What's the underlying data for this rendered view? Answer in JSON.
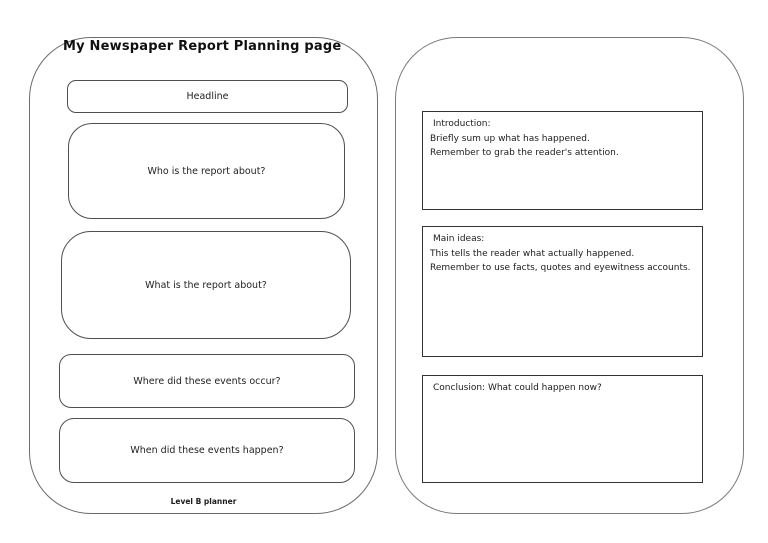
{
  "document": {
    "title": "My Newspaper Report Planning page",
    "footer": "Level B planner"
  },
  "colors": {
    "ink": "#1a1a1a",
    "box_border": "#333333",
    "page_border": "#6b6b6b",
    "background": "#ffffff"
  },
  "left_page": {
    "headline_label": "Headline",
    "who_label": "Who is the report about?",
    "what_label": "What is the report about?",
    "where_label": "Where did these events occur?",
    "when_label": "When did these events happen?"
  },
  "right_page": {
    "boxes": [
      {
        "lines": [
          "Introduction:",
          "Briefly sum up what has happened.",
          "Remember to grab the reader's attention."
        ]
      },
      {
        "lines": [
          "Main ideas:",
          "This tells the reader what actually happened.",
          "Remember to use facts, quotes and eyewitness accounts."
        ]
      },
      {
        "lines": [
          "Conclusion: What could happen now?"
        ]
      }
    ]
  }
}
